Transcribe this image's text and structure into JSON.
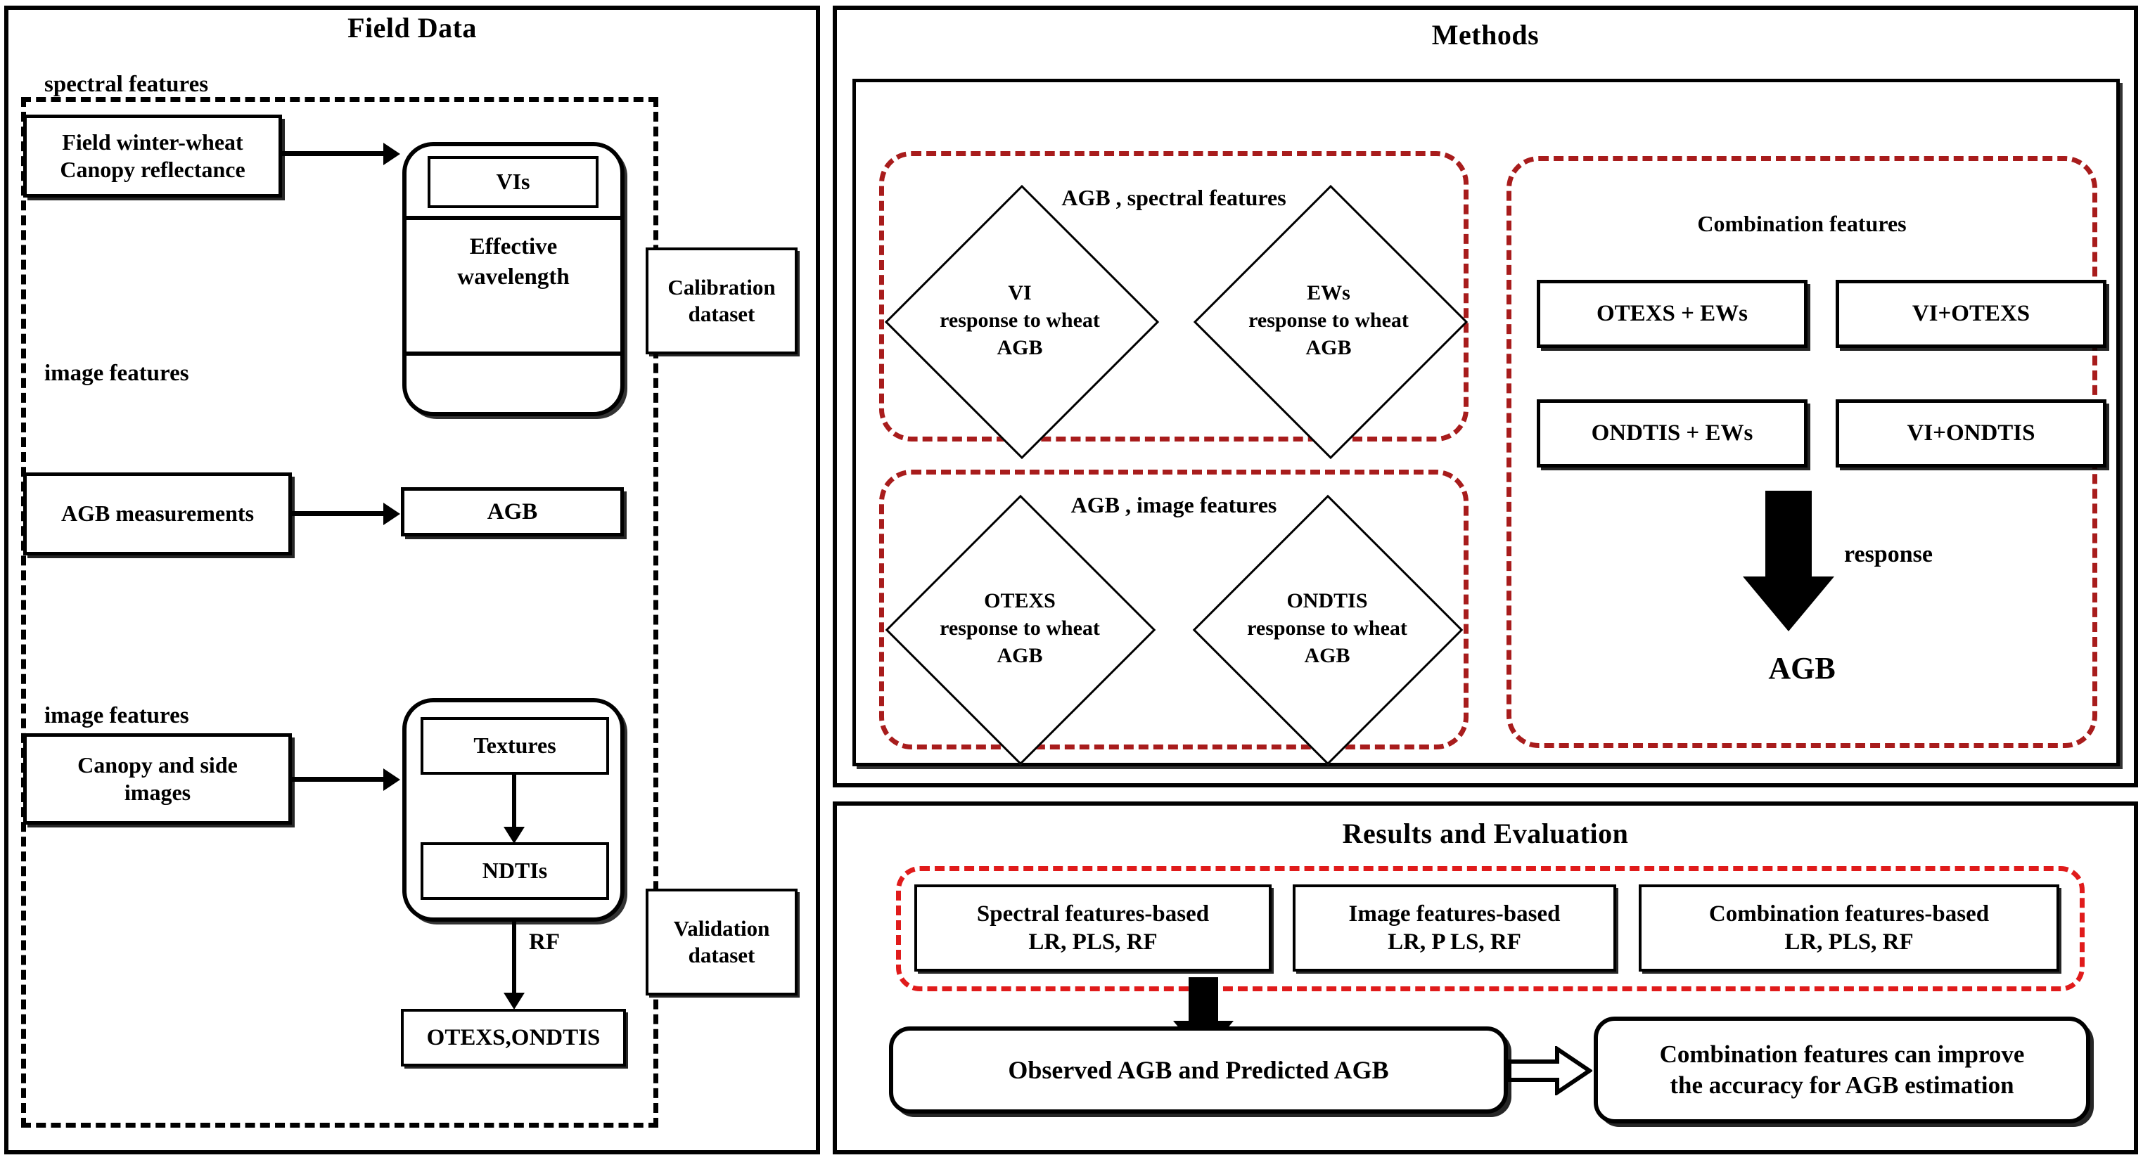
{
  "panels": {
    "field": {
      "title": "Field Data"
    },
    "methods": {
      "title": "Methods"
    },
    "results": {
      "title": "Results and Evaluation"
    }
  },
  "field_data": {
    "group_labels": {
      "spectral": "spectral features",
      "image": "image features"
    },
    "nodes": {
      "canopy_reflectance": "Field winter-wheat\nCanopy reflectance",
      "vis": "VIs",
      "effective_wavelength": "Effective\nwavelength",
      "agb_measurements": "AGB measurements",
      "agb": "AGB",
      "canopy_side_images": "Canopy and side\nimages",
      "textures": "Textures",
      "ndtis": "NDTIs",
      "otexs_ondtis": "OTEXS,ONDTIS",
      "calibration_dataset": "Calibration\ndataset",
      "validation_dataset": "Validation\ndataset"
    },
    "edge_labels": {
      "rf": "RF"
    }
  },
  "methods": {
    "spectral_group": {
      "caption": "AGB , spectral features",
      "diamonds": [
        {
          "title": "VI",
          "body": "response to wheat\nAGB"
        },
        {
          "title": "EWs",
          "body": "response to wheat\nAGB"
        }
      ]
    },
    "image_group": {
      "caption": "AGB , image features",
      "diamonds": [
        {
          "title": "OTEXS",
          "body": "response to wheat\nAGB"
        },
        {
          "title": "ONDTIS",
          "body": "response to wheat\nAGB"
        }
      ]
    },
    "combination_group": {
      "caption": "Combination features",
      "boxes": [
        "OTEXS + EWs",
        "VI+OTEXS",
        "ONDTIS + EWs",
        "VI+ONDTIS"
      ],
      "arrow_label": "response",
      "target": "AGB"
    }
  },
  "results": {
    "model_boxes": [
      "Spectral features-based\nLR, PLS, RF",
      "Image features-based\nLR,  P LS,  RF",
      "Combination features-based\nLR, PLS, RF"
    ],
    "observed": "Observed AGB and Predicted AGB",
    "conclusion": "Combination features can improve\nthe accuracy for AGB estimation"
  },
  "colors": {
    "stroke": "#000000",
    "red_dash": "#a81c1c",
    "background": "#ffffff"
  }
}
